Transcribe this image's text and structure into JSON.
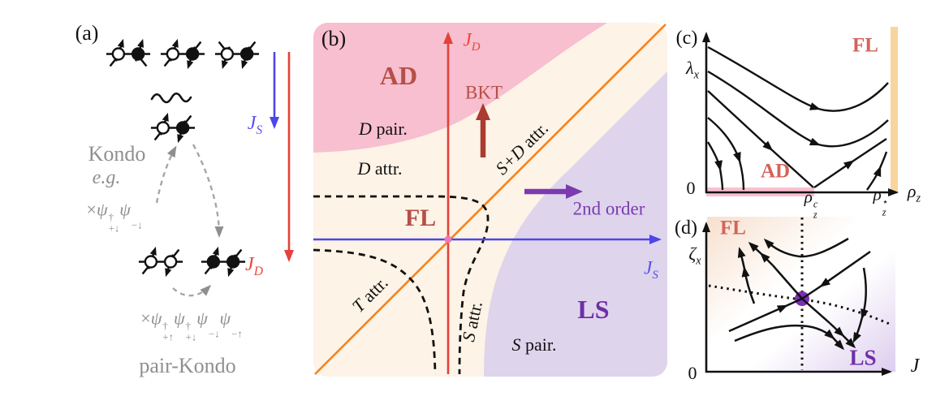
{
  "figure": {
    "description": "Four-panel physics figure: Kondo and pair-Kondo processes, JS-JD phase diagram, and two RG flow diagrams"
  },
  "colors": {
    "pink_region": "#f7bfcf",
    "cream_region": "#fdf3e6",
    "purple_region": "#ded5ec",
    "orange_line": "#f5831d",
    "red_axis": "#e5403a",
    "blue_axis": "#4d46e8",
    "dark_red_text": "#b64f47",
    "bkt_arrow": "#a93b31",
    "purple_text": "#7c3ab0",
    "ls_text": "#6f2fa8",
    "salmon_text": "#d4635a",
    "origin_dot": "#ec79b2",
    "orange_bar": "#f9d49c",
    "pink_bar": "#f8c0d0",
    "gray_text": "#8f8f8f"
  },
  "a": {
    "panel_label": "(a)",
    "kondo": "Kondo",
    "eg": "e.g.",
    "pair_kondo": "pair-Kondo",
    "js": {
      "base": "J",
      "sub": "S"
    },
    "jd": {
      "base": "J",
      "sub": "D"
    },
    "kondo_formula": {
      "times": "×",
      "p1": {
        "base": "ψ",
        "sup": "†",
        "sub": "+↓"
      },
      "p2": {
        "base": "ψ",
        "sup": "",
        "sub": "−↓"
      }
    },
    "pair_kondo_formula": {
      "times": "×",
      "p1": {
        "base": "ψ",
        "sup": "†",
        "sub": "+↑"
      },
      "p2": {
        "base": "ψ",
        "sup": "†",
        "sub": "+↓"
      },
      "p3": {
        "base": "ψ",
        "sup": "",
        "sub": "−↓"
      },
      "p4": {
        "base": "ψ",
        "sup": "",
        "sub": "−↑"
      }
    }
  },
  "b": {
    "panel_label": "(b)",
    "ad": "AD",
    "fl": "FL",
    "ls": "LS",
    "bkt": "BKT",
    "second_order": "2nd order",
    "d_pair": {
      "sym": "D",
      "word": "pair."
    },
    "d_attr": {
      "sym": "D",
      "word": "attr."
    },
    "sd_attr": {
      "sym": "S+D",
      "word": "attr."
    },
    "t_attr": {
      "sym": "T",
      "word": "attr."
    },
    "s_attr": {
      "sym": "S",
      "word": "attr."
    },
    "s_pair": {
      "sym": "S",
      "word": "pair."
    },
    "jd": {
      "base": "J",
      "sub": "D"
    },
    "js": {
      "base": "J",
      "sub": "S"
    }
  },
  "c": {
    "panel_label": "(c)",
    "fl": "FL",
    "ad": "AD",
    "zero": "0",
    "ylabel": {
      "base": "λ",
      "sub": "x"
    },
    "xlabel": {
      "base": "ρ",
      "sub": "z"
    },
    "rho_c": {
      "base": "ρ",
      "sup": "c",
      "sub": "z"
    },
    "rho_star": {
      "base": "ρ",
      "sup": "⋆",
      "sub": "z"
    }
  },
  "d": {
    "panel_label": "(d)",
    "fl": "FL",
    "ls": "LS",
    "zero": "0",
    "ylabel": {
      "base": "ζ",
      "sub": "x"
    },
    "xlabel": "J"
  }
}
